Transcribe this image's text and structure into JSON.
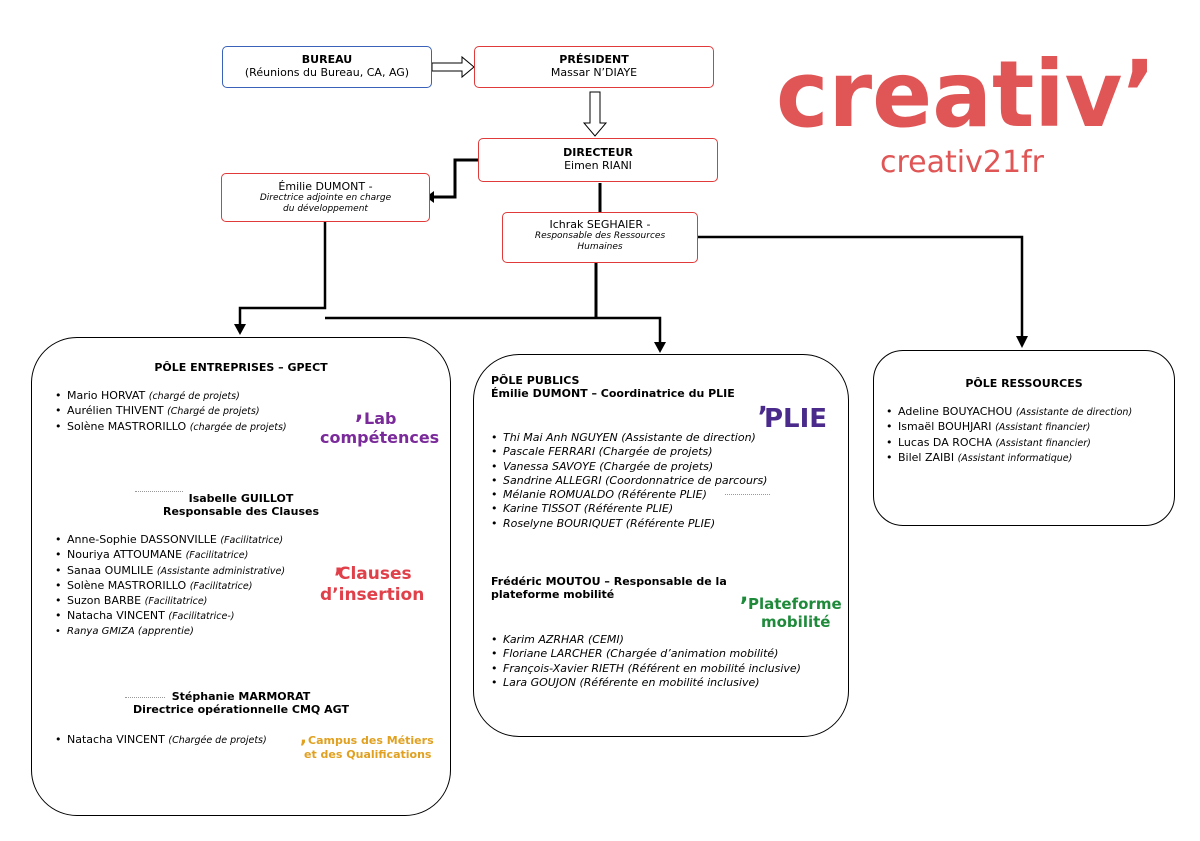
{
  "colors": {
    "red": "#e03a3a",
    "blue": "#3a62b8",
    "brand": "#e05555",
    "lab": "#7a2a9a",
    "clauses": "#e0404a",
    "plie": "#4a2a8a",
    "plateforme": "#1e8a3a",
    "campus": "#e0a020"
  },
  "brand": {
    "logo": "creativ’",
    "site": "creativ21fr"
  },
  "bureau": {
    "title": "BUREAU",
    "subtitle": "(Réunions du Bureau, CA, AG)"
  },
  "president": {
    "title": "PRÉSIDENT",
    "name": "Massar N’DIAYE"
  },
  "directeur": {
    "title": "DIRECTEUR",
    "name": "Eimen RIANI"
  },
  "adjointe": {
    "name": "Émilie DUMONT  -",
    "role_line1": "Directrice adjointe en charge",
    "role_line2": "du développement"
  },
  "rh": {
    "name": "Ichrak SEGHAIER -",
    "role_line1": "Responsable des Ressources",
    "role_line2": "Humaines"
  },
  "pole_entreprises": {
    "title": "PÔLE ENTREPRISES – GPECT",
    "members1": [
      {
        "name": "Mario HORVAT",
        "role": "(chargé de projets)"
      },
      {
        "name": "Aurélien THIVENT",
        "role": "(Chargé de projets)"
      },
      {
        "name": "Solène MASTRORILLO",
        "role": "(chargée de projets)"
      }
    ],
    "logo1_line1": "Lab",
    "logo1_line2": "compétences",
    "resp2_line1": "Isabelle GUILLOT",
    "resp2_line2": "Responsable des Clauses",
    "members2": [
      {
        "name": "Anne-Sophie DASSONVILLE",
        "role": "(Facilitatrice)"
      },
      {
        "name": "Nouriya ATTOUMANE",
        "role": "(Facilitatrice)"
      },
      {
        "name": "Sanaa OUMLILE",
        "role": "(Assistante administrative)"
      },
      {
        "name": "Solène MASTRORILLO",
        "role": "(Facilitatrice)"
      },
      {
        "name": "Suzon BARBE",
        "role": "(Facilitatrice)"
      },
      {
        "name": "Natacha VINCENT",
        "role": "(Facilitatrice-)"
      }
    ],
    "member2_extra": "Ranya GMIZA (apprentie)",
    "logo2_line1": "Clauses",
    "logo2_line2": "d’insertion",
    "resp3_line1": "Stéphanie MARMORAT",
    "resp3_line2": "Directrice opérationnelle CMQ AGT",
    "members3": [
      {
        "name": "Natacha VINCENT",
        "role": "(Chargée de projets)"
      }
    ],
    "logo3_line1": "Campus des Métiers",
    "logo3_line2": "et des Qualifications"
  },
  "pole_publics": {
    "title_line1": "PÔLE PUBLICS",
    "title_line2": "Émilie DUMONT – Coordinatrice du PLIE",
    "logo1": "PLIE",
    "members1": [
      "Thi Mai Anh NGUYEN (Assistante de direction)",
      "Pascale FERRARI (Chargée de projets)",
      "Vanessa SAVOYE (Chargée de projets)",
      "Sandrine ALLEGRI (Coordonnatrice de parcours)",
      "Mélanie ROMUALDO (Référente PLIE)",
      "Karine TISSOT (Référente PLIE)",
      "Roselyne BOURIQUET (Référente PLIE)"
    ],
    "resp2_line1": "Frédéric MOUTOU – Responsable de la",
    "resp2_line2": "plateforme mobilité",
    "logo2_line1": "Plateforme",
    "logo2_line2": "mobilité",
    "members2": [
      "Karim AZRHAR (CEMI)",
      "Floriane LARCHER (Chargée d’animation mobilité)",
      "François-Xavier RIETH (Référent en mobilité inclusive)",
      "Lara GOUJON (Référente en mobilité inclusive)"
    ]
  },
  "pole_ressources": {
    "title": "PÔLE RESSOURCES",
    "members": [
      {
        "name": "Adeline BOUYACHOU",
        "role": "(Assistante de direction)"
      },
      {
        "name": "Ismaël BOUHJARI",
        "role": "(Assistant financier)"
      },
      {
        "name": "Lucas DA ROCHA",
        "role": "(Assistant financier)"
      },
      {
        "name": "Bilel ZAIBI",
        "role": "(Assistant informatique)"
      }
    ]
  }
}
